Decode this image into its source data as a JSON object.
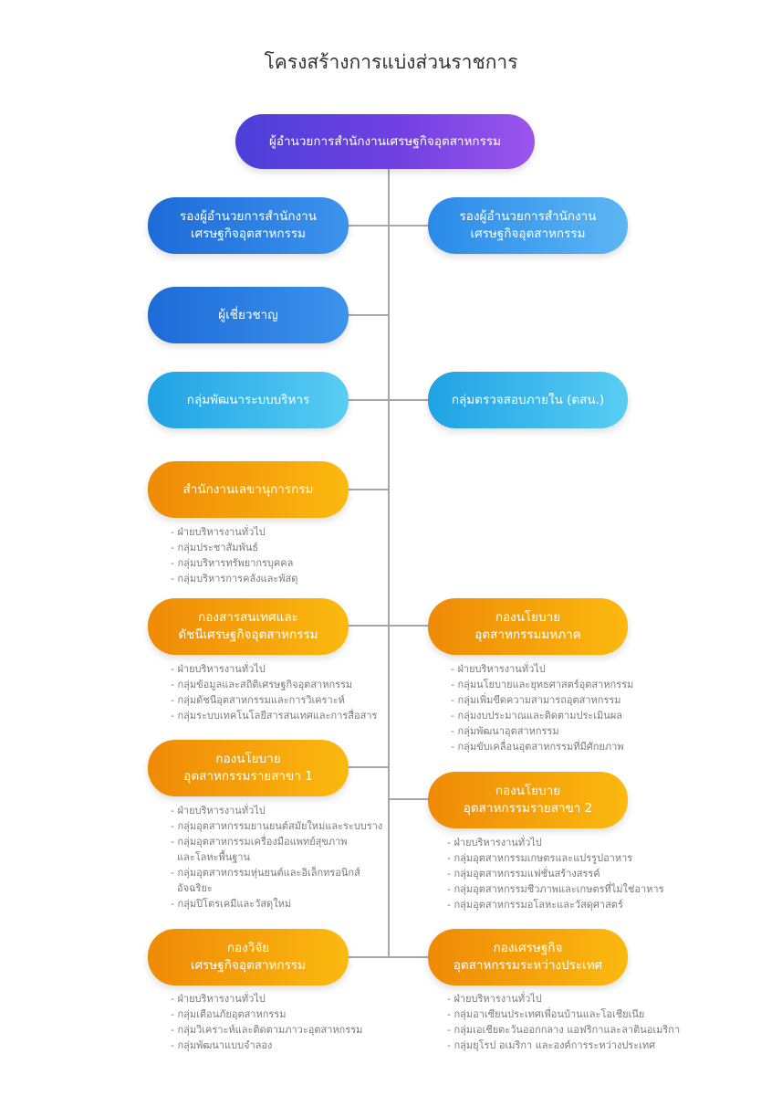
{
  "page_title": "โครงสร้างการแบ่งส่วนราชการ",
  "director": "ผู้อำนวยการสำนักงานเศรษฐกิจอุตสาหกรรม",
  "deputy_left": [
    "รองผู้อำนวยการสำนักงาน",
    "เศรษฐกิจอุตสาหกรรม"
  ],
  "deputy_right": [
    "รองผู้อำนวยการสำนักงาน",
    "เศรษฐกิจอุตสาหกรรม"
  ],
  "expert": "ผู้เชี่ยวชาญ",
  "admin_dev": "กลุ่มพัฒนาระบบบริหาร",
  "internal_audit": "กลุ่มตรวจสอบภายใน (ตสน.)",
  "secretary": {
    "name": "สำนักงานเลขานุการกรม",
    "items": [
      "- ฝ่ายบริหารงานทั่วไป",
      "- กลุ่มประชาสัมพันธ์",
      "- กลุ่มบริหารทรัพยากรบุคคล",
      "- กลุ่มบริหารการคลังและพัสดุ"
    ]
  },
  "info_center": {
    "name": [
      "กองสารสนเทศและ",
      "ดัชนีเศรษฐกิจอุตสาหกรรม"
    ],
    "items": [
      "- ฝ่ายบริหารงานทั่วไป",
      "- กลุ่มข้อมูลและสถิติเศรษฐกิจอุตสาหกรรม",
      "- กลุ่มดัชนีอุตสาหกรรมและการวิเคราะห์",
      "- กลุ่มระบบเทคโนโลยีสารสนเทศและการสื่อสาร"
    ]
  },
  "macro_policy": {
    "name": [
      "กองนโยบาย",
      "อุตสาหกรรมมหภาค"
    ],
    "items": [
      "- ฝ่ายบริหารงานทั่วไป",
      "- กลุ่มนโยบายและยุทธศาสตร์อุตสาหกรรม",
      "- กลุ่มเพิ่มขีดความสามารถอุตสาหกรรม",
      "- กลุ่มงบประมาณและติดตามประเมินผล",
      "- กลุ่มพัฒนาอุตสาหกรรม",
      "- กลุ่มขับเคลื่อนอุตสาหกรรมที่มีศักยภาพ"
    ]
  },
  "sector_policy_1": {
    "name": [
      "กองนโยบาย",
      "อุตสาหกรรมรายสาขา 1"
    ],
    "items": [
      "- ฝ่ายบริหารงานทั่วไป",
      "- กลุ่มอุตสาหกรรมยานยนต์สมัยใหม่และระบบราง",
      "- กลุ่มอุตสาหกรรมเครื่องมือแพทย์สุขภาพ",
      "  และโลหะพื้นฐาน",
      "- กลุ่มอุตสาหกรรมหุ่นยนต์และอิเล็กทรอนิกส์",
      "  อัจฉริยะ",
      "- กลุ่มปิโตรเคมีและวัสดุใหม่"
    ]
  },
  "sector_policy_2": {
    "name": [
      "กองนโยบาย",
      "อุตสาหกรรมรายสาขา 2"
    ],
    "items": [
      "- ฝ่ายบริหารงานทั่วไป",
      "- กลุ่มอุตสาหกรรมเกษตรและแปรรูปอาหาร",
      "- กลุ่มอุตสาหกรรมแฟชั่นสร้างสรรค์",
      "- กลุ่มอุตสาหกรรมชีวภาพและเกษตรที่ไม่ใช่อาหาร",
      "- กลุ่มอุตสาหกรรมอโลหะและวัสดุศาสตร์"
    ]
  },
  "research": {
    "name": [
      "กองวิจัย",
      "เศรษฐกิจอุตสาหกรรม"
    ],
    "items": [
      "- ฝ่ายบริหารงานทั่วไป",
      "- กลุ่มเตือนภัยอุตสาหกรรม",
      "- กลุ่มวิเคราะห์และติดตามภาวะอุตสาหกรรม",
      "- กลุ่มพัฒนาแบบจำลอง"
    ]
  },
  "international": {
    "name": [
      "กองเศรษฐกิจ",
      "อุตสาหกรรมระหว่างประเทศ"
    ],
    "items": [
      "- ฝ่ายบริหารงานทั่วไป",
      "- กลุ่มอาเซียนประเทศเพื่อนบ้านและโอเชียเนีย",
      "- กลุ่มเอเชียตะวันออกกลาง แอฟริกาและลาตินอเมริกา",
      "- กลุ่มยุโรป อเมริกา และองค์การระหว่างประเทศ"
    ]
  },
  "colors": {
    "director": "#6a3fe0",
    "blue": "#1d6bd8",
    "light_blue": "#3da9ee",
    "orange": "#f59a0a",
    "connector": "#a7a7a7"
  }
}
